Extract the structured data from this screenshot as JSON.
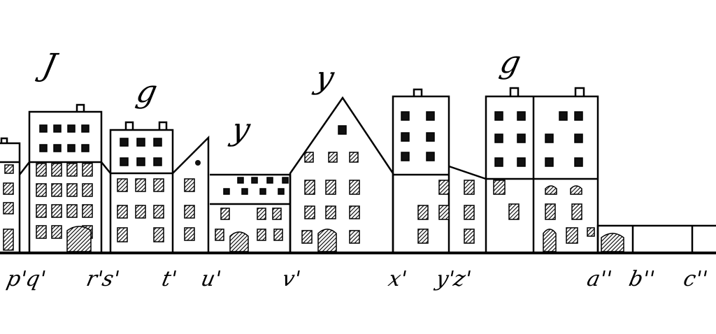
{
  "title_marks": [
    "J",
    "g",
    "y",
    "y",
    "g"
  ],
  "ground_labels": [
    "p'q'",
    "r's'",
    "t'",
    "u'",
    "v'",
    "x'",
    "y'z'",
    "a''",
    "b''",
    "c''"
  ],
  "colors": {
    "ink": "#000000",
    "paper": "#ffffff"
  }
}
